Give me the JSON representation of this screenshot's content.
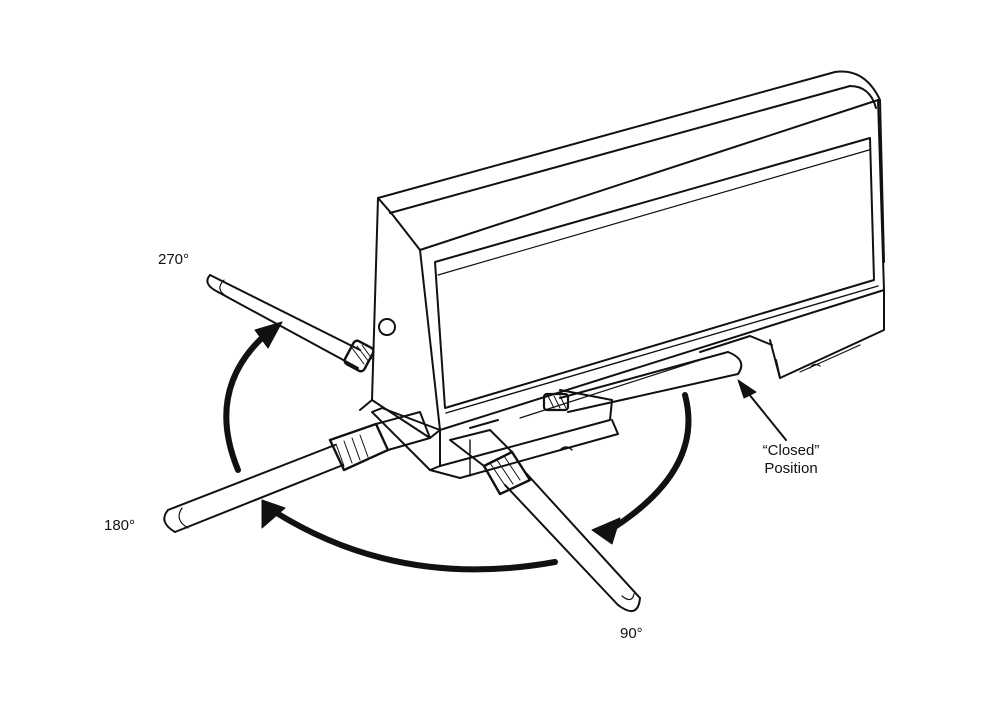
{
  "labels": {
    "deg_270": "270°",
    "deg_180": "180°",
    "deg_90": "90°",
    "closed_line1": "“Closed”",
    "closed_line2": "Position"
  },
  "colors": {
    "ink": "#111111",
    "paper": "#ffffff"
  }
}
